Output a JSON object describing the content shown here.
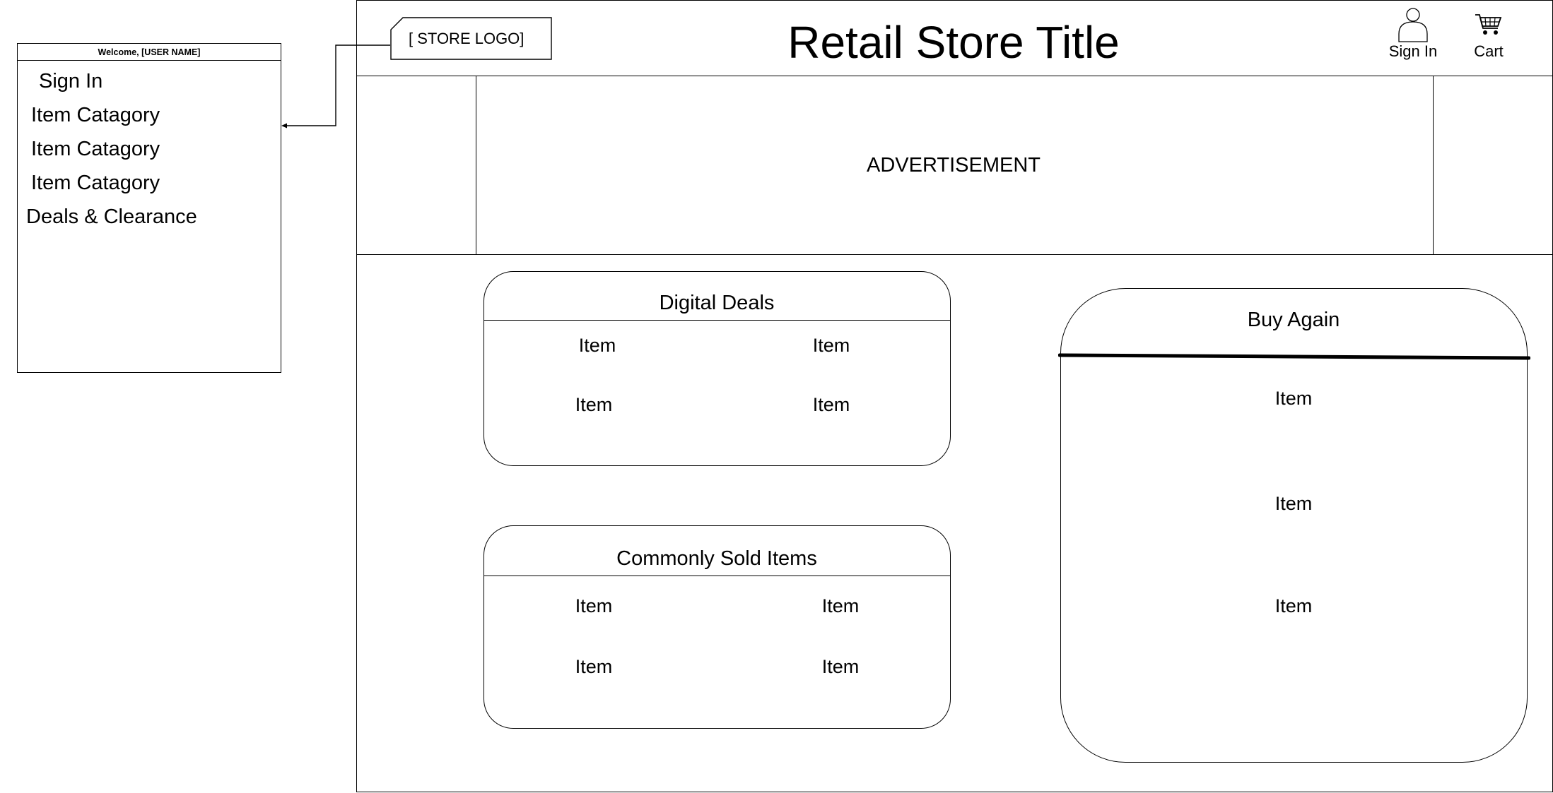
{
  "side_menu": {
    "header": "Welcome, [USER NAME]",
    "items": [
      "Sign In",
      "Item Catagory",
      "Item Catagory",
      "Item Catagory",
      "Deals & Clearance"
    ]
  },
  "header": {
    "logo": "[ STORE LOGO]",
    "title": "Retail Store Title",
    "sign_in_label": "Sign In",
    "cart_label": "Cart"
  },
  "banner": {
    "text": "ADVERTISEMENT"
  },
  "digital_deals": {
    "title": "Digital Deals",
    "items": [
      "Item",
      "Item",
      "Item",
      "Item"
    ]
  },
  "commonly_sold": {
    "title": "Commonly Sold Items",
    "items": [
      "Item",
      "Item",
      "Item",
      "Item"
    ]
  },
  "buy_again": {
    "title": "Buy Again",
    "items": [
      "Item",
      "Item",
      "Item"
    ]
  },
  "icons": {
    "user": "user-icon",
    "cart": "cart-icon"
  }
}
